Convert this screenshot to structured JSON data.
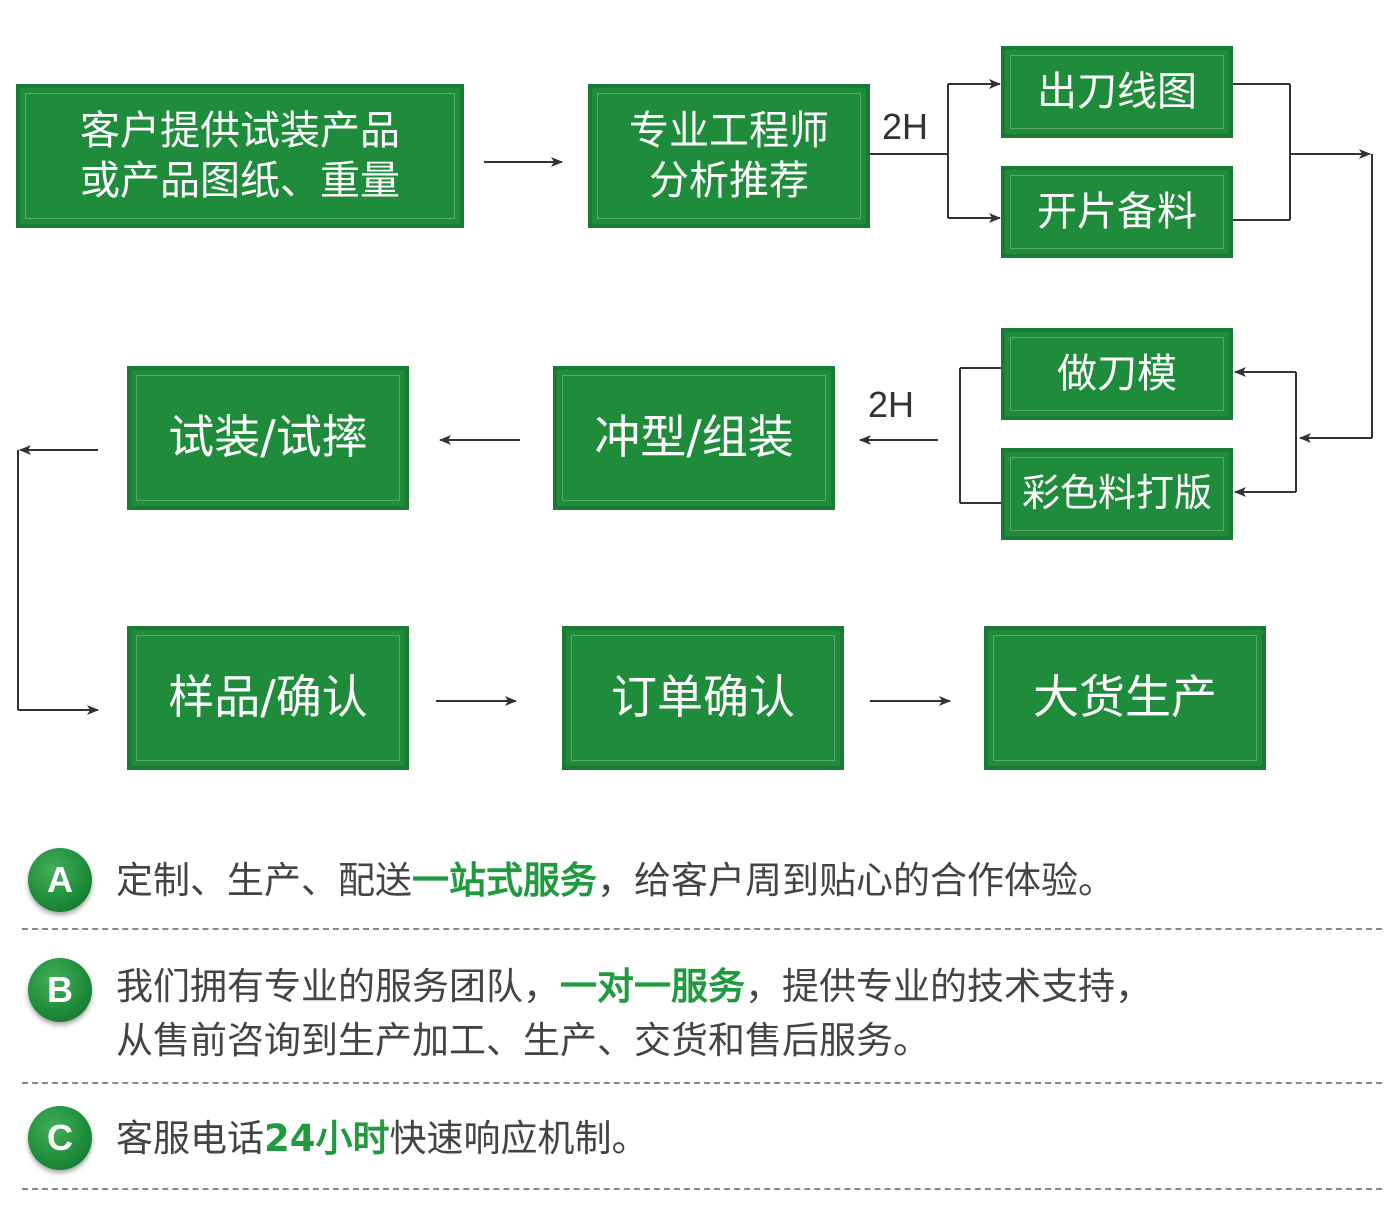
{
  "steps": {
    "s1": {
      "line1": "客户提供试装产品",
      "line2": "或产品图纸、重量"
    },
    "s2": {
      "line1": "专业工程师",
      "line2": "分析推荐"
    },
    "s3": "出刀线图",
    "s4": "开片备料",
    "s5": "做刀模",
    "s6": "彩色料打版",
    "s7": "冲型/组装",
    "s8": "试装/试摔",
    "s9": "样品/确认",
    "s10": "订单确认",
    "s11": "大货生产"
  },
  "time_labels": {
    "top": "2H",
    "middle": "2H"
  },
  "colors": {
    "box_fill": "#1f8c3c",
    "box_border": "#1a7a34",
    "highlight": "#1f9a3e",
    "arrow": "#333333"
  },
  "info": [
    {
      "badge": "A",
      "pre": "定制、生产、配送",
      "highlight": "一站式服务",
      "post": "，给客户周到贴心的合作体验。"
    },
    {
      "badge": "B",
      "pre": "我们拥有专业的服务团队，",
      "highlight": "一对一服务",
      "post": "，提供专业的技术支持，",
      "line2": "从售前咨询到生产加工、生产、交货和售后服务。"
    },
    {
      "badge": "C",
      "pre": "客服电话",
      "highlight": "24小时",
      "post": "快速响应机制。"
    }
  ]
}
